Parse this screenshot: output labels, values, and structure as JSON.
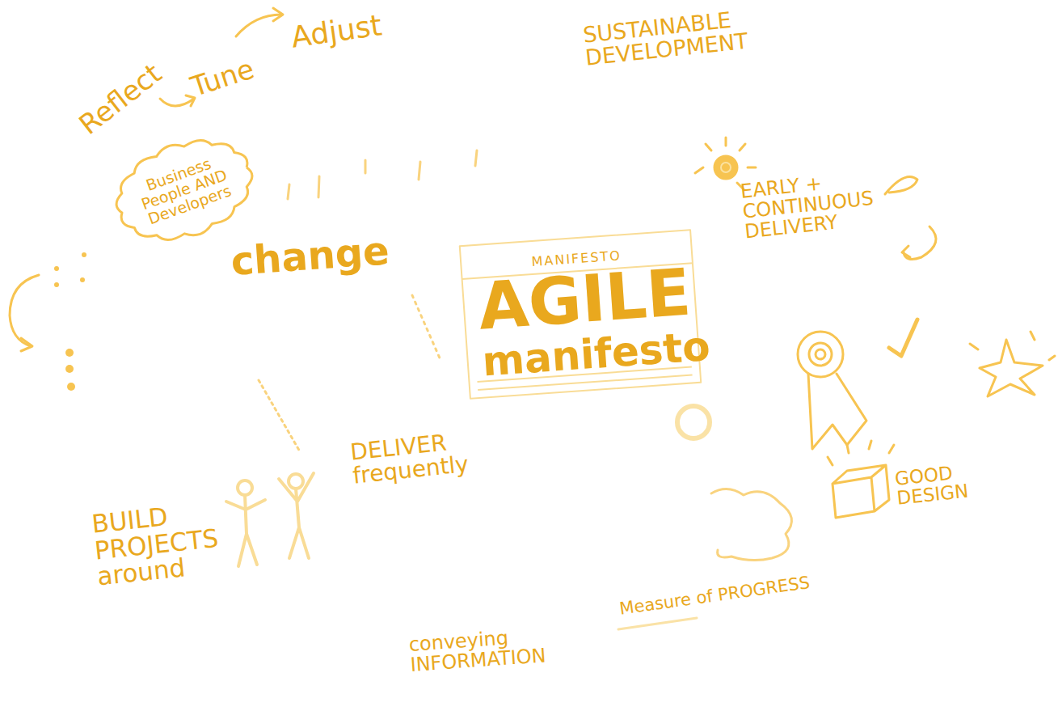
{
  "diagram": {
    "nodes": [
      {
        "text": [
          "Business People AND Developers"
        ]
      },
      {
        "text": [
          "MANIFESTO",
          "AGILE",
          "manifesto"
        ]
      }
    ],
    "labels": [
      "Reflect",
      "Tune",
      "Adjust",
      "SUSTAINABLE DEVELOPMENT",
      "change",
      "EARLY + CONTINUOUS DELIVERY",
      "DELIVER frequently",
      "BUILD PROJECTS around",
      "GOOD DESIGN",
      "Measure of PROGRESS",
      "conveying INFORMATION"
    ]
  }
}
